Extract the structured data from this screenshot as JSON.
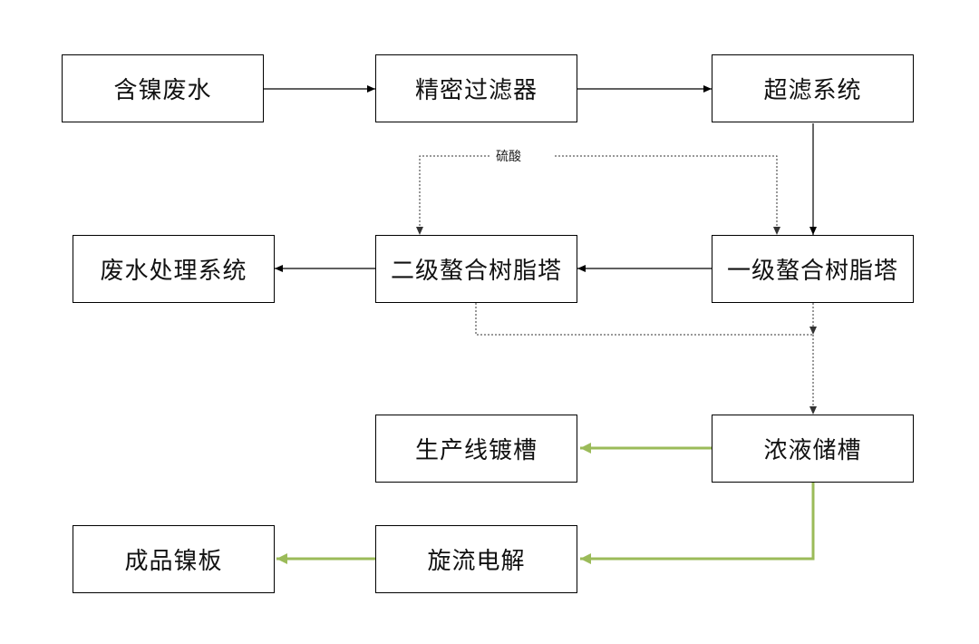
{
  "nodes": {
    "nickel_wastewater": "含镍废水",
    "precision_filter": "精密过滤器",
    "ultrafiltration": "超滤系统",
    "wastewater_treatment": "废水处理系统",
    "chelating_tower_2": "二级螯合树脂塔",
    "chelating_tower_1": "一级螯合树脂塔",
    "plating_tank": "生产线镀槽",
    "concentrate_tank": "浓液储槽",
    "nickel_plate": "成品镍板",
    "electrowinning": "旋流电解"
  },
  "edge_labels": {
    "sulfuric_acid": "硫酸"
  },
  "colors": {
    "solid": "#000000",
    "dotted": "#555555",
    "green": "#9bbb59"
  }
}
